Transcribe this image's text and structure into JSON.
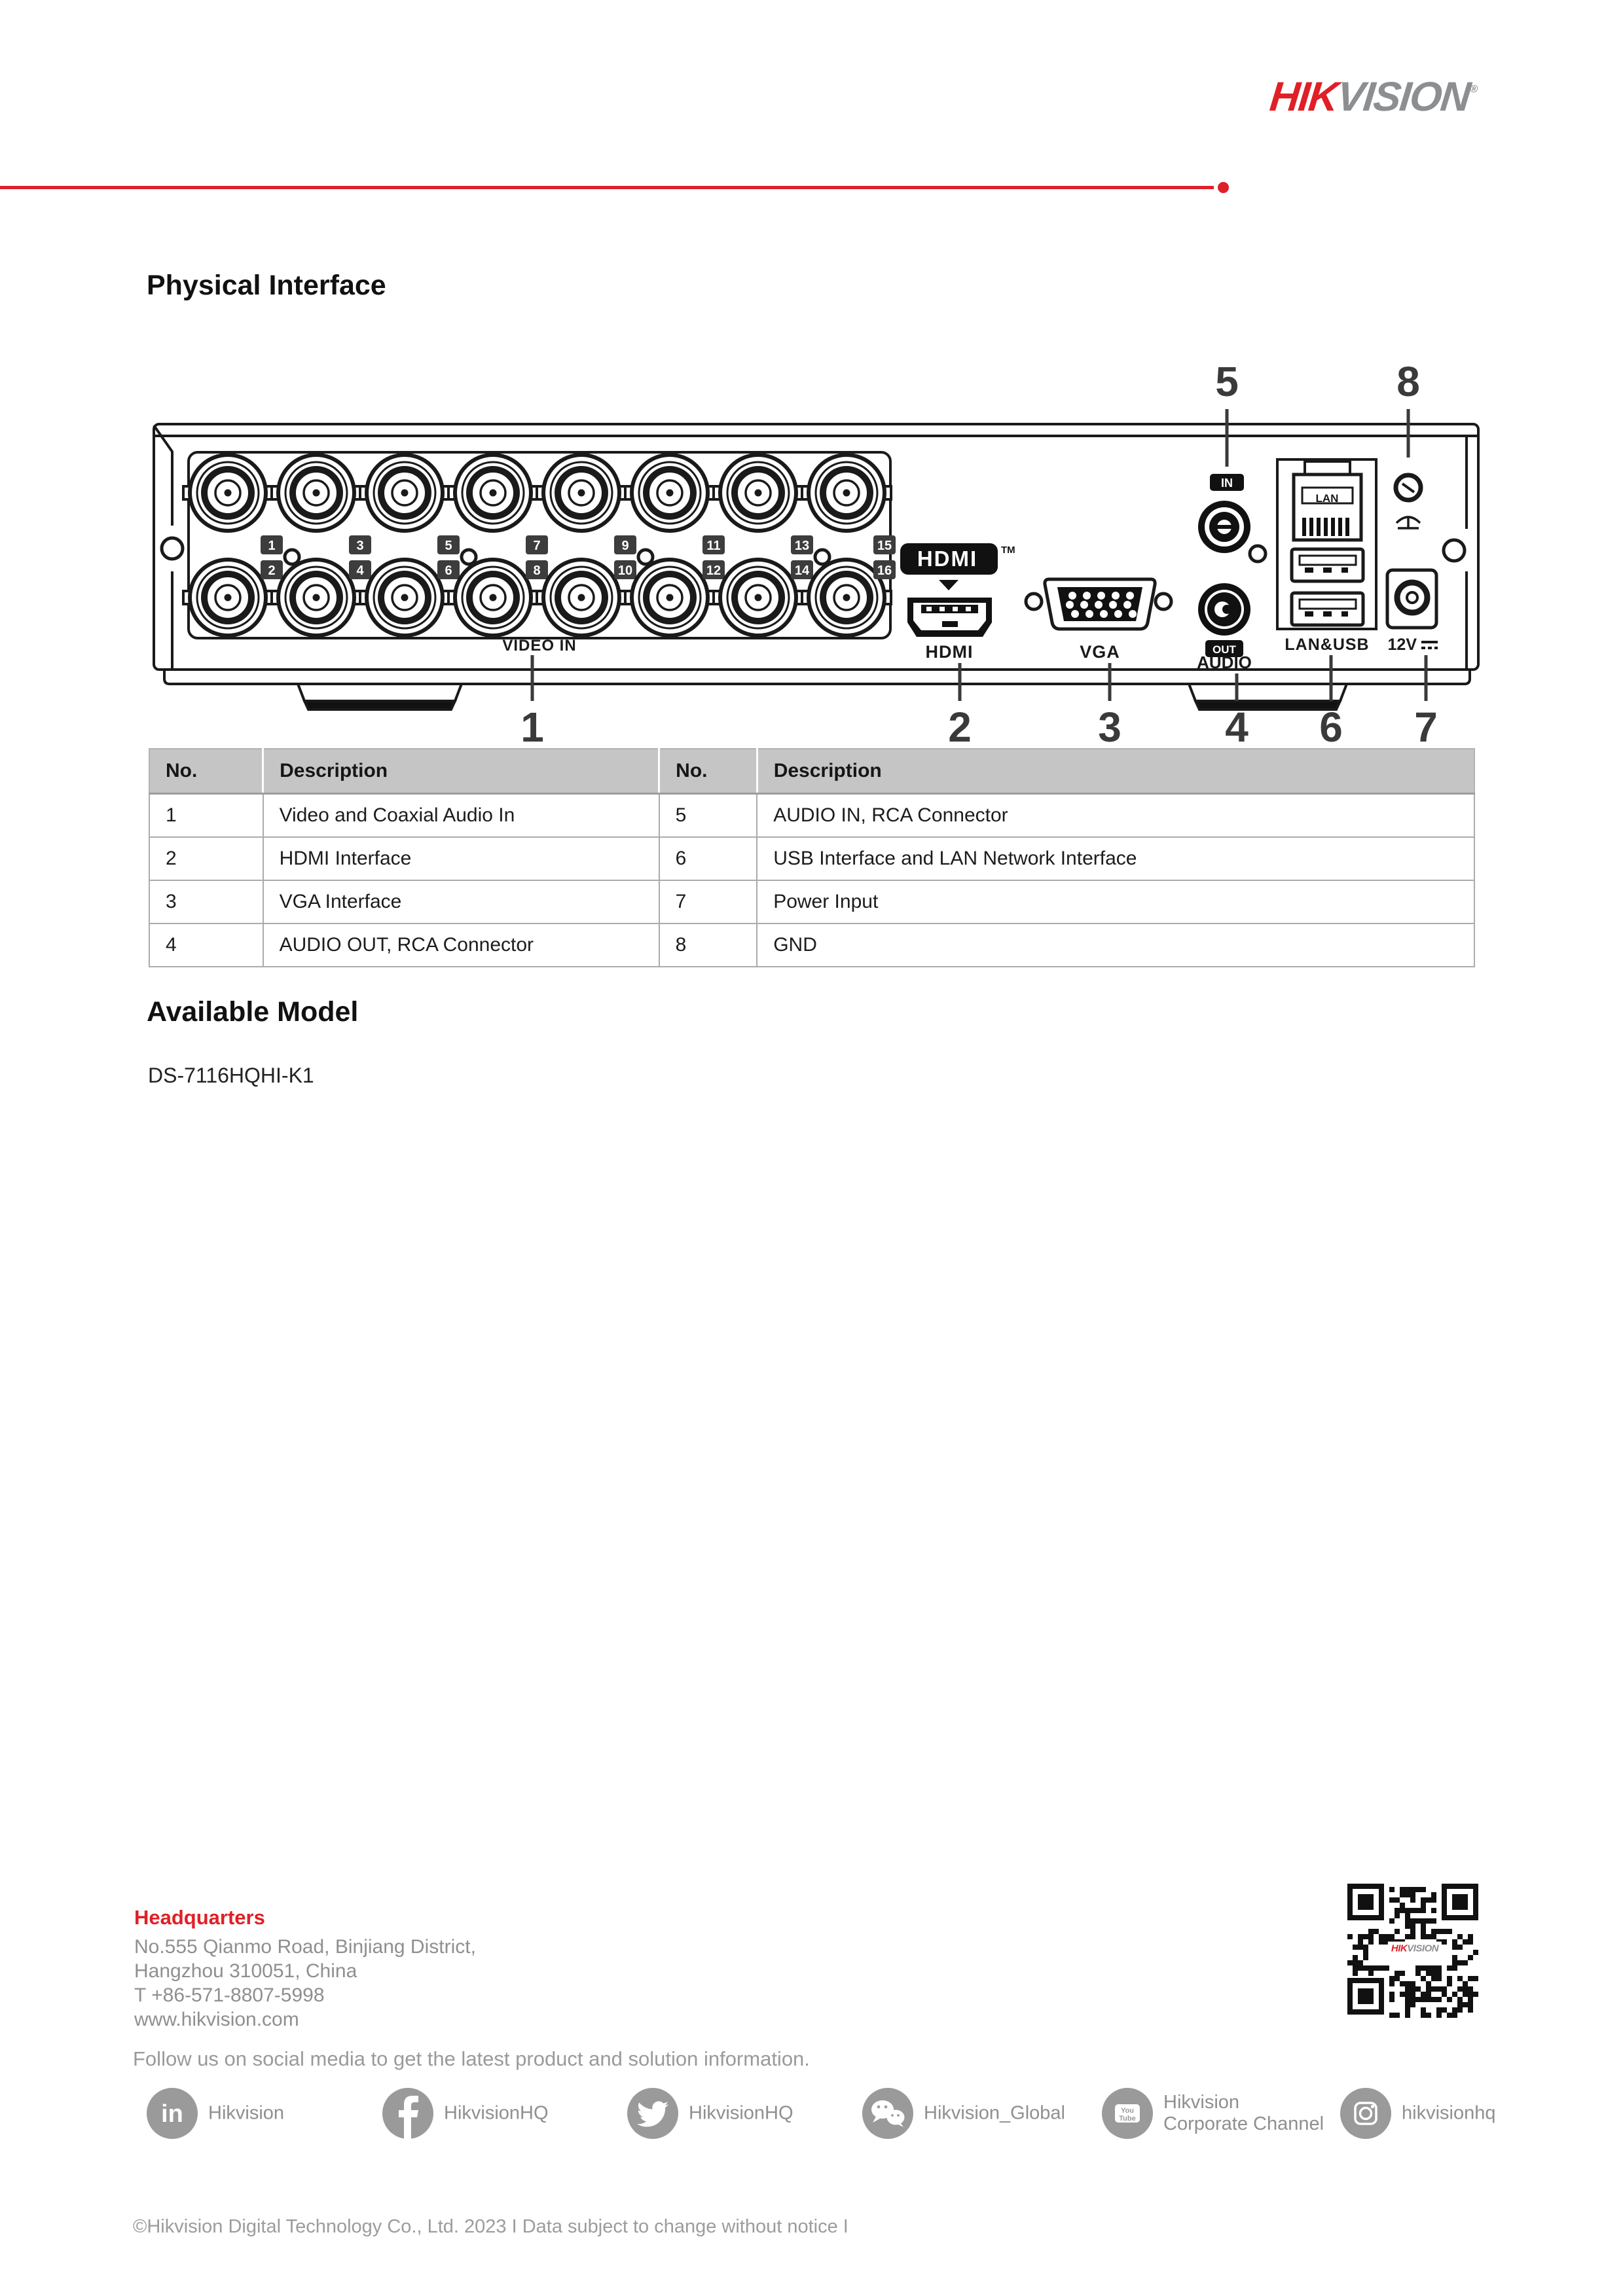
{
  "logo": {
    "hik": "HIK",
    "vision": "VISION",
    "reg": "®"
  },
  "headings": {
    "physical_interface": "Physical Interface",
    "available_model": "Available Model"
  },
  "model": "DS-7116HQHI-K1",
  "diagram": {
    "video_in_label": "VIDEO IN",
    "bnc_numbers": [
      "1",
      "2",
      "3",
      "4",
      "5",
      "6",
      "7",
      "8",
      "9",
      "10",
      "11",
      "12",
      "13",
      "14",
      "15",
      "16"
    ],
    "hdmi_logo": "HDMI",
    "hdmi_tm": "TM",
    "hdmi_label": "HDMI",
    "vga_label": "VGA",
    "audio_in_badge": "IN",
    "audio_out_badge": "OUT",
    "audio_label": "AUDIO",
    "lan_badge": "LAN",
    "lan_usb_label": "LAN&USB",
    "power_label": "12V",
    "callouts": [
      "1",
      "2",
      "3",
      "4",
      "5",
      "6",
      "7",
      "8"
    ]
  },
  "table": {
    "headers": [
      "No.",
      "Description",
      "No.",
      "Description"
    ],
    "rows": [
      [
        "1",
        "Video and Coaxial Audio In",
        "5",
        "AUDIO IN, RCA Connector"
      ],
      [
        "2",
        "HDMI Interface",
        "6",
        "USB Interface and LAN Network Interface"
      ],
      [
        "3",
        "VGA Interface",
        "7",
        "Power Input"
      ],
      [
        "4",
        "AUDIO OUT, RCA Connector",
        "8",
        "GND"
      ]
    ]
  },
  "footer": {
    "headquarters_title": "Headquarters",
    "address_lines": [
      "No.555 Qianmo Road, Binjiang District,",
      "Hangzhou 310051, China",
      "T +86-571-8807-5998",
      "www.hikvision.com"
    ],
    "follow": "Follow us on social media to get the latest product and solution information.",
    "social": [
      {
        "icon": "linkedin-icon",
        "label": "Hikvision"
      },
      {
        "icon": "facebook-icon",
        "label": "HikvisionHQ"
      },
      {
        "icon": "twitter-icon",
        "label": "HikvisionHQ"
      },
      {
        "icon": "wechat-icon",
        "label": "Hikvision_Global"
      },
      {
        "icon": "youtube-icon",
        "label": "Hikvision",
        "label2": "Corporate Channel"
      },
      {
        "icon": "instagram-icon",
        "label": "hikvisionhq"
      }
    ],
    "copyright": "©Hikvision Digital Technology Co., Ltd. 2023 I Data subject to change without notice I"
  },
  "colors": {
    "brand_red": "#e01f26",
    "logo_gray": "#8c8f92",
    "table_header_bg": "#c5c5c5",
    "footer_gray": "#8f8f8f",
    "line_black": "#1a1a1a"
  }
}
